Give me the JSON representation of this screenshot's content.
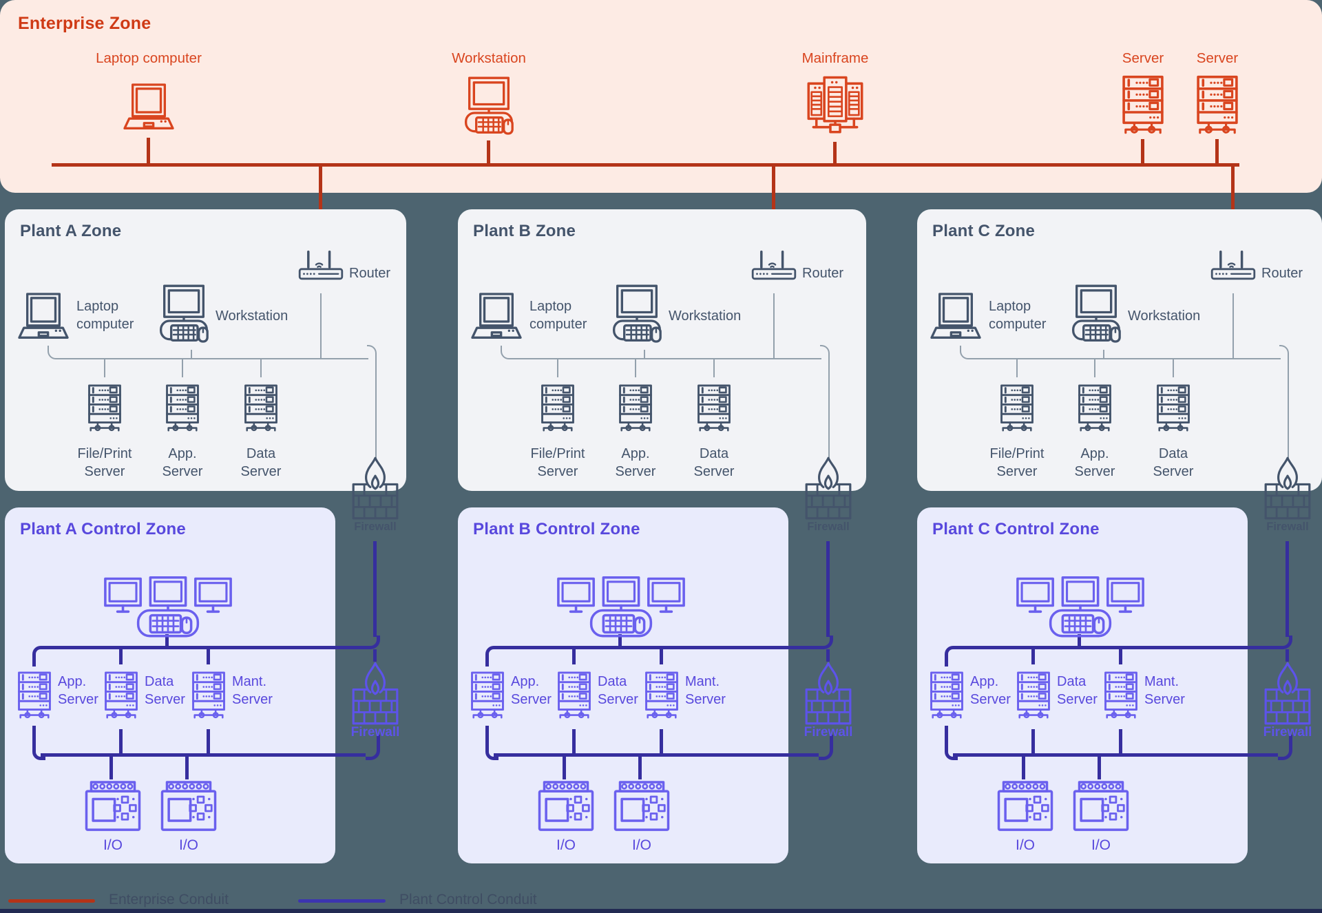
{
  "colors": {
    "background": "#4d6470",
    "enterprise_bg": "#fdebe4",
    "enterprise_accent": "#d9451f",
    "enterprise_conduit": "#b43418",
    "plant_card_bg": "#f2f3f6",
    "plant_icon_slate": "#44546b",
    "control_card_bg": "#e9ebfc",
    "control_title": "#5848dd",
    "control_icon_purple": "#6a60ee",
    "plant_control_conduit": "#362e9e"
  },
  "enterprise_zone": {
    "title": "Enterprise Zone",
    "devices": [
      {
        "id": "laptop",
        "label": "Laptop computer"
      },
      {
        "id": "workstation",
        "label": "Workstation"
      },
      {
        "id": "mainframe",
        "label": "Mainframe"
      },
      {
        "id": "server",
        "label": "Server"
      },
      {
        "id": "server",
        "label": "Server"
      }
    ]
  },
  "plant_zones": [
    {
      "title": "Plant A Zone",
      "router": "Router",
      "laptop": "Laptop computer",
      "workstation": "Workstation",
      "servers": [
        "File/Print Server",
        "App. Server",
        "Data Server"
      ],
      "firewall": "Firewall"
    },
    {
      "title": "Plant B Zone",
      "router": "Router",
      "laptop": "Laptop computer",
      "workstation": "Workstation",
      "servers": [
        "File/Print Server",
        "App. Server",
        "Data Server"
      ],
      "firewall": "Firewall"
    },
    {
      "title": "Plant C Zone",
      "router": "Router",
      "laptop": "Laptop computer",
      "workstation": "Workstation",
      "servers": [
        "File/Print Server",
        "App. Server",
        "Data Server"
      ],
      "firewall": "Firewall"
    }
  ],
  "control_zones": [
    {
      "title": "Plant A Control Zone",
      "servers": [
        "App. Server",
        "Data Server",
        "Mant. Server"
      ],
      "io": [
        "I/O",
        "I/O"
      ],
      "firewall": "Firewall"
    },
    {
      "title": "Plant B Control Zone",
      "servers": [
        "App. Server",
        "Data Server",
        "Mant. Server"
      ],
      "io": [
        "I/O",
        "I/O"
      ],
      "firewall": "Firewall"
    },
    {
      "title": "Plant C Control Zone",
      "servers": [
        "App. Server",
        "Data Server",
        "Mant. Server"
      ],
      "io": [
        "I/O",
        "I/O"
      ],
      "firewall": "Firewall"
    }
  ],
  "legend": {
    "enterprise": {
      "label": "Enterprise Conduit",
      "color": "#b43418"
    },
    "plant_control": {
      "label": "Plant Control Conduit",
      "color": "#3c35b0"
    }
  }
}
